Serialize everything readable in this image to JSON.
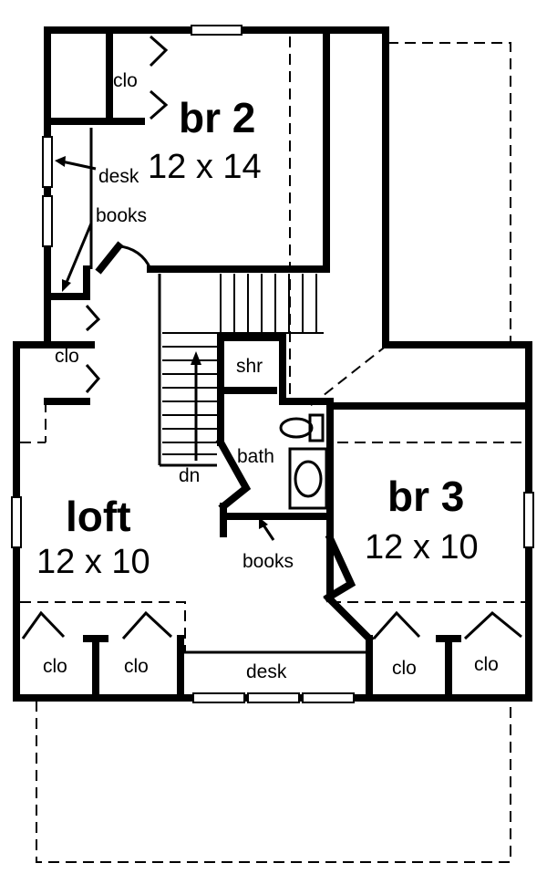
{
  "rooms": {
    "br2": {
      "name": "br 2",
      "size": "12 x 14"
    },
    "br3": {
      "name": "br 3",
      "size": "12 x 10"
    },
    "loft": {
      "name": "loft",
      "size": "12 x 10"
    }
  },
  "labels": {
    "clo_top": "clo",
    "clo_left": "clo",
    "clo_bottom_1": "clo",
    "clo_bottom_2": "clo",
    "clo_bottom_3": "clo",
    "clo_bottom_4": "clo",
    "desk_upper": "desk",
    "desk_lower": "desk",
    "books_upper": "books",
    "books_lower": "books",
    "shower": "shr",
    "bath": "bath",
    "stairs_down": "dn"
  }
}
